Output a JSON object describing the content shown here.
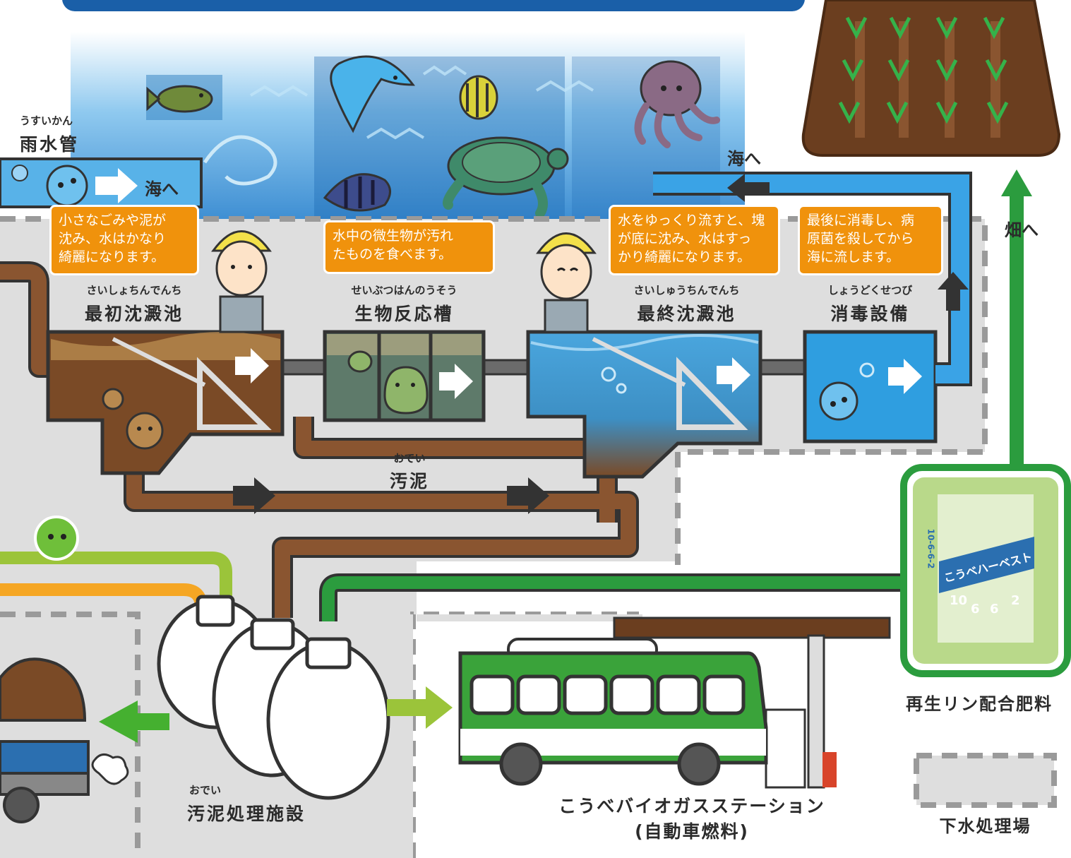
{
  "labels": {
    "stormwater_ruby": "うすいかん",
    "stormwater": "雨水管",
    "to_sea_1": "海へ",
    "to_sea_2": "海へ",
    "to_field": "畑へ",
    "primary_ruby": "さいしょちんでんち",
    "primary": "最初沈澱池",
    "bio_ruby": "せいぶつはんのうそう",
    "bio": "生物反応槽",
    "final_ruby": "さいしゅうちんでんち",
    "final": "最終沈澱池",
    "disinfect_ruby": "しょうどくせつび",
    "disinfect": "消毒設備",
    "sludge_ruby": "おでい",
    "sludge": "汚泥",
    "sludge_facility_ruby": "おでい",
    "sludge_facility": "汚泥処理施設",
    "biogas_station": "こうべバイオガスステーション",
    "biogas_sub": "(自動車燃料)",
    "fertilizer": "再生リン配合肥料",
    "plant_legend": "下水処理場"
  },
  "bubbles": {
    "primary_line1": "小さなごみや泥が",
    "primary_line2": "沈み、水はかなり",
    "primary_line3": "綺麗になります。",
    "bio_line1": "水中の微生物が汚れ",
    "bio_line2": "たものを食べます。",
    "final_line1": "水をゆっくり流すと、塊",
    "final_line2": "が底に沈み、水はすっ",
    "final_line3": "かり綺麗になります。",
    "disinfect_line1": "最後に消毒し、病",
    "disinfect_line2": "原菌を殺してから",
    "disinfect_line3": "海に流します。"
  },
  "fertilizer_bag": {
    "brand": "こうべハーベスト",
    "numbers": [
      "10",
      "6",
      "6",
      "2"
    ],
    "vertical_code": "10-6-6-2"
  },
  "colors": {
    "sea": "#1f6fc0",
    "water_light": "#58b2e8",
    "orange_bubble": "#f0920c",
    "sludge_brown": "#7a4a26",
    "green_pipe": "#3a9a3a",
    "plant_area": "#dcdcdc"
  },
  "icons": [
    "dolphin-icon",
    "fish-icon",
    "octopus-icon",
    "turtle-icon",
    "worker-icon",
    "water-drop-mascot-icon",
    "bus-icon",
    "digester-tank-icon",
    "fertilizer-bag-icon",
    "field-icon",
    "truck-icon"
  ]
}
